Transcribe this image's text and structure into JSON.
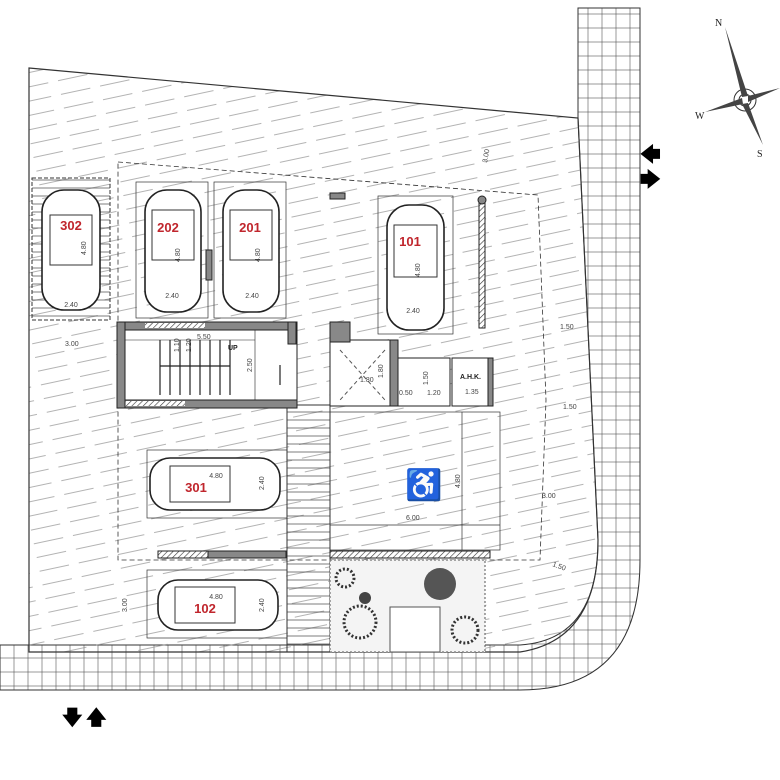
{
  "title": "Ground floor parking plan",
  "parking_spaces": [
    {
      "label": "302",
      "width": "2.40",
      "length": "4.80"
    },
    {
      "label": "202",
      "width": "2.40",
      "length": "4.80"
    },
    {
      "label": "201",
      "width": "2.40",
      "length": "4.80"
    },
    {
      "label": "101",
      "width": "2.40",
      "length": "4.80"
    },
    {
      "label": "301",
      "width": "2.40",
      "length": "4.80"
    },
    {
      "label": "102",
      "width": "2.40",
      "length": "4.80"
    }
  ],
  "rooms": {
    "stair_label": "UP",
    "stair_dims": [
      "5.50",
      "1.10",
      "1.20",
      "2.50"
    ],
    "elevator_dims": [
      "1.80",
      "1.80"
    ],
    "storage_dims": [
      "0.50",
      "1.50",
      "1.20"
    ],
    "ahk_label": "A.H.K.",
    "ahk_dim": "1.35"
  },
  "accessible_space": {
    "icon": "wheelchair-icon",
    "width": "6.00",
    "length": "4.80"
  },
  "dimensions": {
    "left_setback": "3.00",
    "top_setback": "3.00",
    "right_1": "1.50",
    "right_2": "1.50",
    "right_3": "3.00",
    "right_4": "1.50",
    "bottom_setback": "3.00"
  },
  "compass": {
    "n": "N",
    "s": "S",
    "w": "W"
  },
  "colors": {
    "label": "#c0262d",
    "wall": "#888888",
    "hatch": "#999999"
  }
}
